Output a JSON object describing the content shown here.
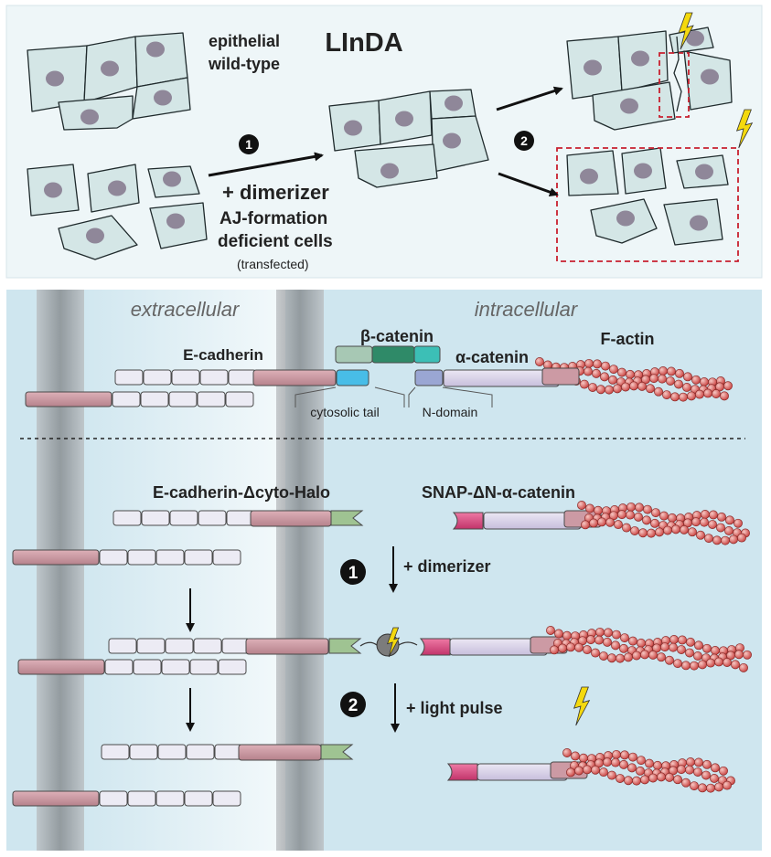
{
  "top": {
    "title": "LInDA",
    "wildtype_line1": "epithelial",
    "wildtype_line2": "wild-type",
    "step1": "1",
    "step2": "2",
    "dimerizer": "+ dimerizer",
    "deficient_line1": "AJ-formation",
    "deficient_line2": "deficient cells",
    "transfected": "(transfected)"
  },
  "bottom": {
    "extracellular": "extracellular",
    "intracellular": "intracellular",
    "e_cadherin": "E-cadherin",
    "beta_catenin": "β-catenin",
    "alpha_catenin": "α-catenin",
    "f_actin": "F-actin",
    "cytosolic_tail": "cytosolic tail",
    "n_domain": "N-domain",
    "ecad_construct": "E-cadherin-Δcyto-Halo",
    "snap_construct": "SNAP-ΔN-α-catenin",
    "step1": "1",
    "step2": "2",
    "dimerizer": "+ dimerizer",
    "light_pulse": "+ light pulse"
  },
  "colors": {
    "top_panel_bg": "#eef6f8",
    "bottom_panel_bg": "#cfe6ef",
    "cell_fill": "#d4e6e6",
    "nucleus": "#8f8799",
    "cadherin_domain": "#cc9aa4",
    "ec_repeat": "#ecebf4",
    "halo": "#9fc392",
    "snap": "#d8447a",
    "alpha_catenin": "#dcd6ea",
    "actin": "#d65a57",
    "lightning": "#f4d90e",
    "beta_light": "#a7c8b4",
    "beta_dark": "#2f8a68",
    "beta_teal": "#3cbfb6",
    "cyto_tail": "#48bde7",
    "n_domain": "#9aa6d3"
  }
}
